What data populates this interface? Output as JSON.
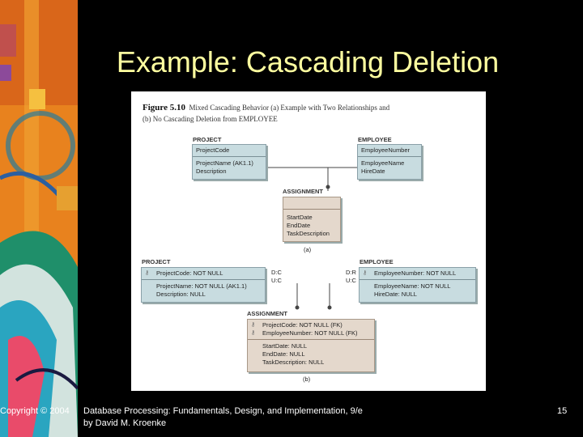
{
  "slide": {
    "title": "Example: Cascading Deletion",
    "footer_copyright": "Copyright © 2004",
    "footer_book_line1": "Database Processing: Fundamentals, Design, and Implementation, 9/e",
    "footer_book_line2": "by David M. Kroenke",
    "page_number": "15"
  },
  "figure": {
    "caption_number": "Figure 5.10",
    "caption_line1": "Mixed Cascading Behavior (a) Example with Two Relationships and",
    "caption_line2": "(b) No Cascading Deletion from EMPLOYEE",
    "part_a": {
      "project": {
        "name": "PROJECT",
        "key": "ProjectCode",
        "attrs": [
          "ProjectName (AK1.1)",
          "Description"
        ]
      },
      "employee": {
        "name": "EMPLOYEE",
        "key": "EmployeeNumber",
        "attrs": [
          "EmployeeName",
          "HireDate"
        ]
      },
      "assignment": {
        "name": "ASSIGNMENT",
        "attrs": [
          "StartDate",
          "EndDate",
          "TaskDescription"
        ]
      },
      "label": "(a)"
    },
    "part_b": {
      "project": {
        "name": "PROJECT",
        "key": "ProjectCode:  NOT NULL",
        "attrs": [
          "ProjectName:  NOT NULL (AK1.1)",
          "Description:  NULL"
        ]
      },
      "employee": {
        "name": "EMPLOYEE",
        "key": "EmployeeNumber:  NOT NULL",
        "attrs": [
          "EmployeeName:  NOT NULL",
          "HireDate:  NULL"
        ]
      },
      "assignment": {
        "name": "ASSIGNMENT",
        "keys": [
          "ProjectCode:  NOT NULL (FK)",
          "EmployeeNumber: NOT NULL (FK)"
        ],
        "attrs": [
          "StartDate: NULL",
          "EndDate: NULL",
          "TaskDescription: NULL"
        ]
      },
      "rule_left_1": "D:C",
      "rule_left_2": "U:C",
      "rule_right_1": "D:R",
      "rule_right_2": "U:C",
      "label": "(b)"
    }
  }
}
